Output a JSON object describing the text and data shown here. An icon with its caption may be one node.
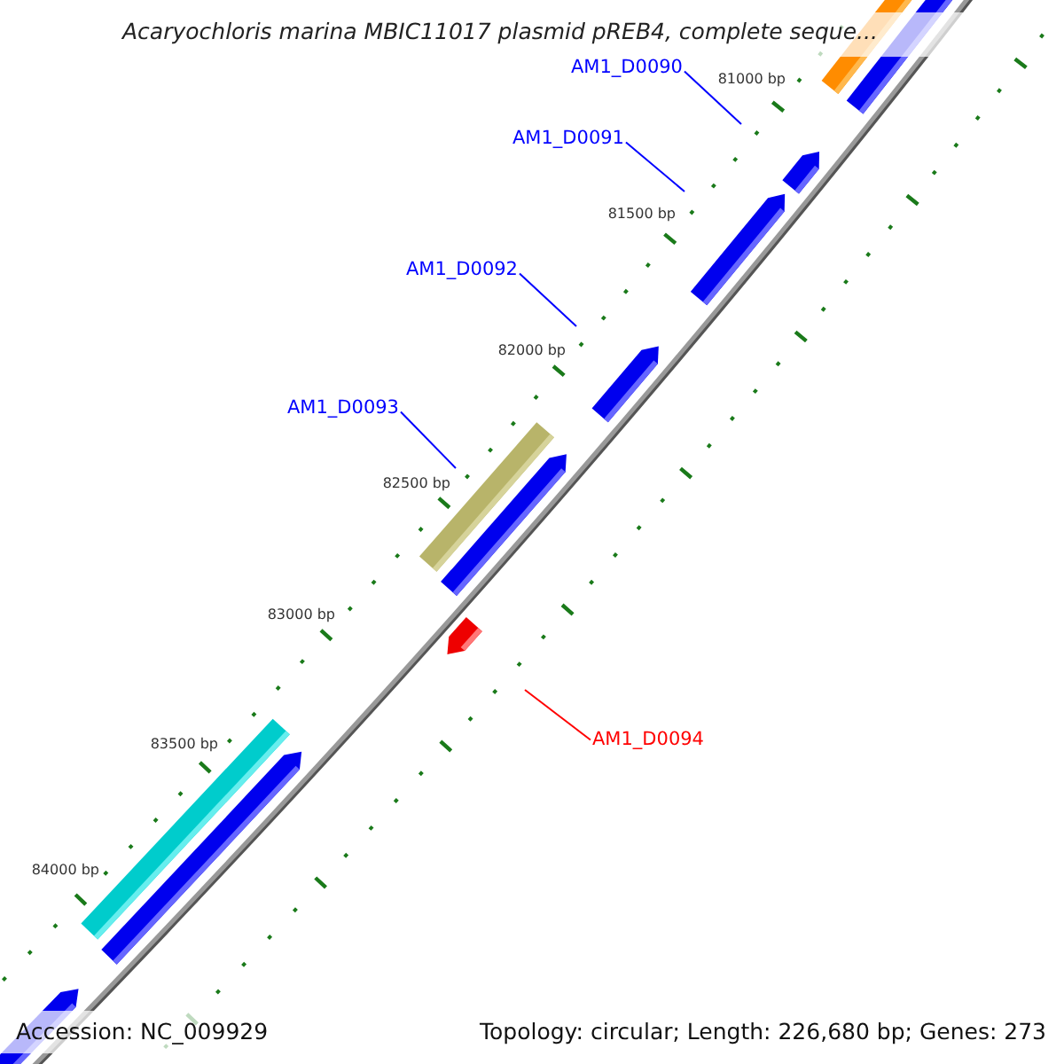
{
  "diagram": {
    "title": "Acaryochloris marina MBIC11017 plasmid pREB4, complete seque...",
    "nodes": [
      {
        "text": [
          "AM1_D0090"
        ]
      },
      {
        "text": [
          "AM1_D0091"
        ]
      },
      {
        "text": [
          "AM1_D0092"
        ]
      },
      {
        "text": [
          "AM1_D0093"
        ]
      },
      {
        "text": [
          "AM1_D0094"
        ]
      }
    ],
    "edges": [
      {
        "from": 0,
        "to": null,
        "arrow": "none"
      },
      {
        "from": 1,
        "to": null,
        "arrow": "none"
      },
      {
        "from": 2,
        "to": null,
        "arrow": "none"
      },
      {
        "from": 3,
        "to": null,
        "arrow": "none"
      },
      {
        "from": 4,
        "to": null,
        "arrow": "none",
        "color": "#ff0000"
      }
    ],
    "labels": [
      "81000 bp",
      "81500 bp",
      "82000 bp",
      "82500 bp",
      "83000 bp",
      "83500 bp",
      "84000 bp",
      "Accession: NC_009929",
      "Topology: circular; Length: 226,680 bp; Genes: 273"
    ]
  }
}
